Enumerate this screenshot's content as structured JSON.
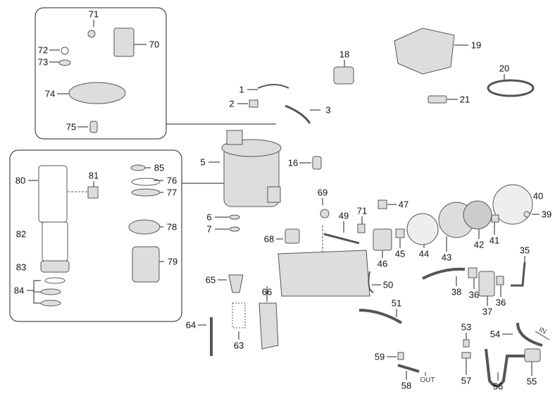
{
  "labels": [
    "71",
    "70",
    "72",
    "73",
    "74",
    "75",
    "18",
    "19",
    "20",
    "1",
    "2",
    "3",
    "21",
    "5",
    "16",
    "80",
    "81",
    "85",
    "76",
    "77",
    "69",
    "47",
    "71",
    "40",
    "39",
    "6",
    "7",
    "49",
    "78",
    "82",
    "68",
    "45",
    "44",
    "43",
    "42",
    "41",
    "35",
    "46",
    "83",
    "79",
    "84",
    "65",
    "50",
    "38",
    "36",
    "36",
    "66",
    "37",
    "51",
    "64",
    "63",
    "53",
    "54",
    "59",
    "58",
    "57",
    "56",
    "55"
  ],
  "flow": {
    "in": "IN",
    "out": "OUT"
  },
  "colors": {
    "line": "#222222",
    "part_fill": "#d9d9d9",
    "part_stroke": "#555555"
  }
}
